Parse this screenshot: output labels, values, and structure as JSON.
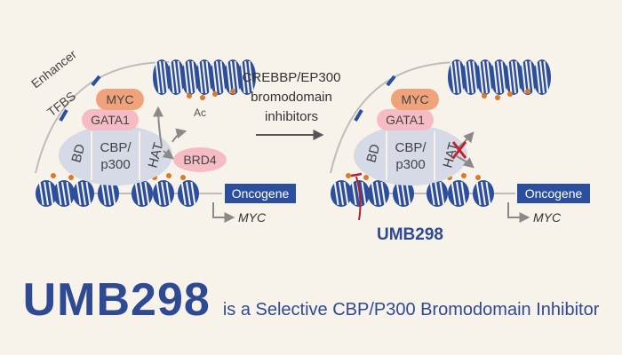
{
  "left_panel": {
    "enhancer": "Enhancer",
    "tfbs": "TFBS",
    "myc_protein": "MYC",
    "gata1": "GATA1",
    "bd": "BD",
    "cbp_line1": "CBP/",
    "cbp_line2": "p300",
    "hat": "HAT",
    "brd4": "BRD4",
    "ac": "Ac",
    "oncogene": "Oncogene",
    "myc_gene": "MYC"
  },
  "middle": {
    "line1": "CREBBP/EP300",
    "line2": "bromodomain",
    "line3": "inhibitors"
  },
  "right_panel": {
    "myc_protein": "MYC",
    "gata1": "GATA1",
    "bd": "BD",
    "cbp_line1": "CBP/",
    "cbp_line2": "p300",
    "hat": "HAT",
    "oncogene": "Oncogene",
    "myc_gene": "MYC",
    "inhibitor": "UMB298"
  },
  "footer": {
    "compound": "UMB298",
    "description": "is a Selective CBP/P300 Bromodomain Inhibitor"
  },
  "colors": {
    "background": "#f7f2ea",
    "nucleosome": "#2b4f9e",
    "myc_pill": "#f0a27a",
    "gata1_pill": "#f6bcc4",
    "cbp_complex": "#d6d9e6",
    "acetyl_dot": "#d97a2a",
    "inhibitor_red": "#b5202f",
    "text_blue": "#2e4a92",
    "text_dark": "#333333"
  }
}
